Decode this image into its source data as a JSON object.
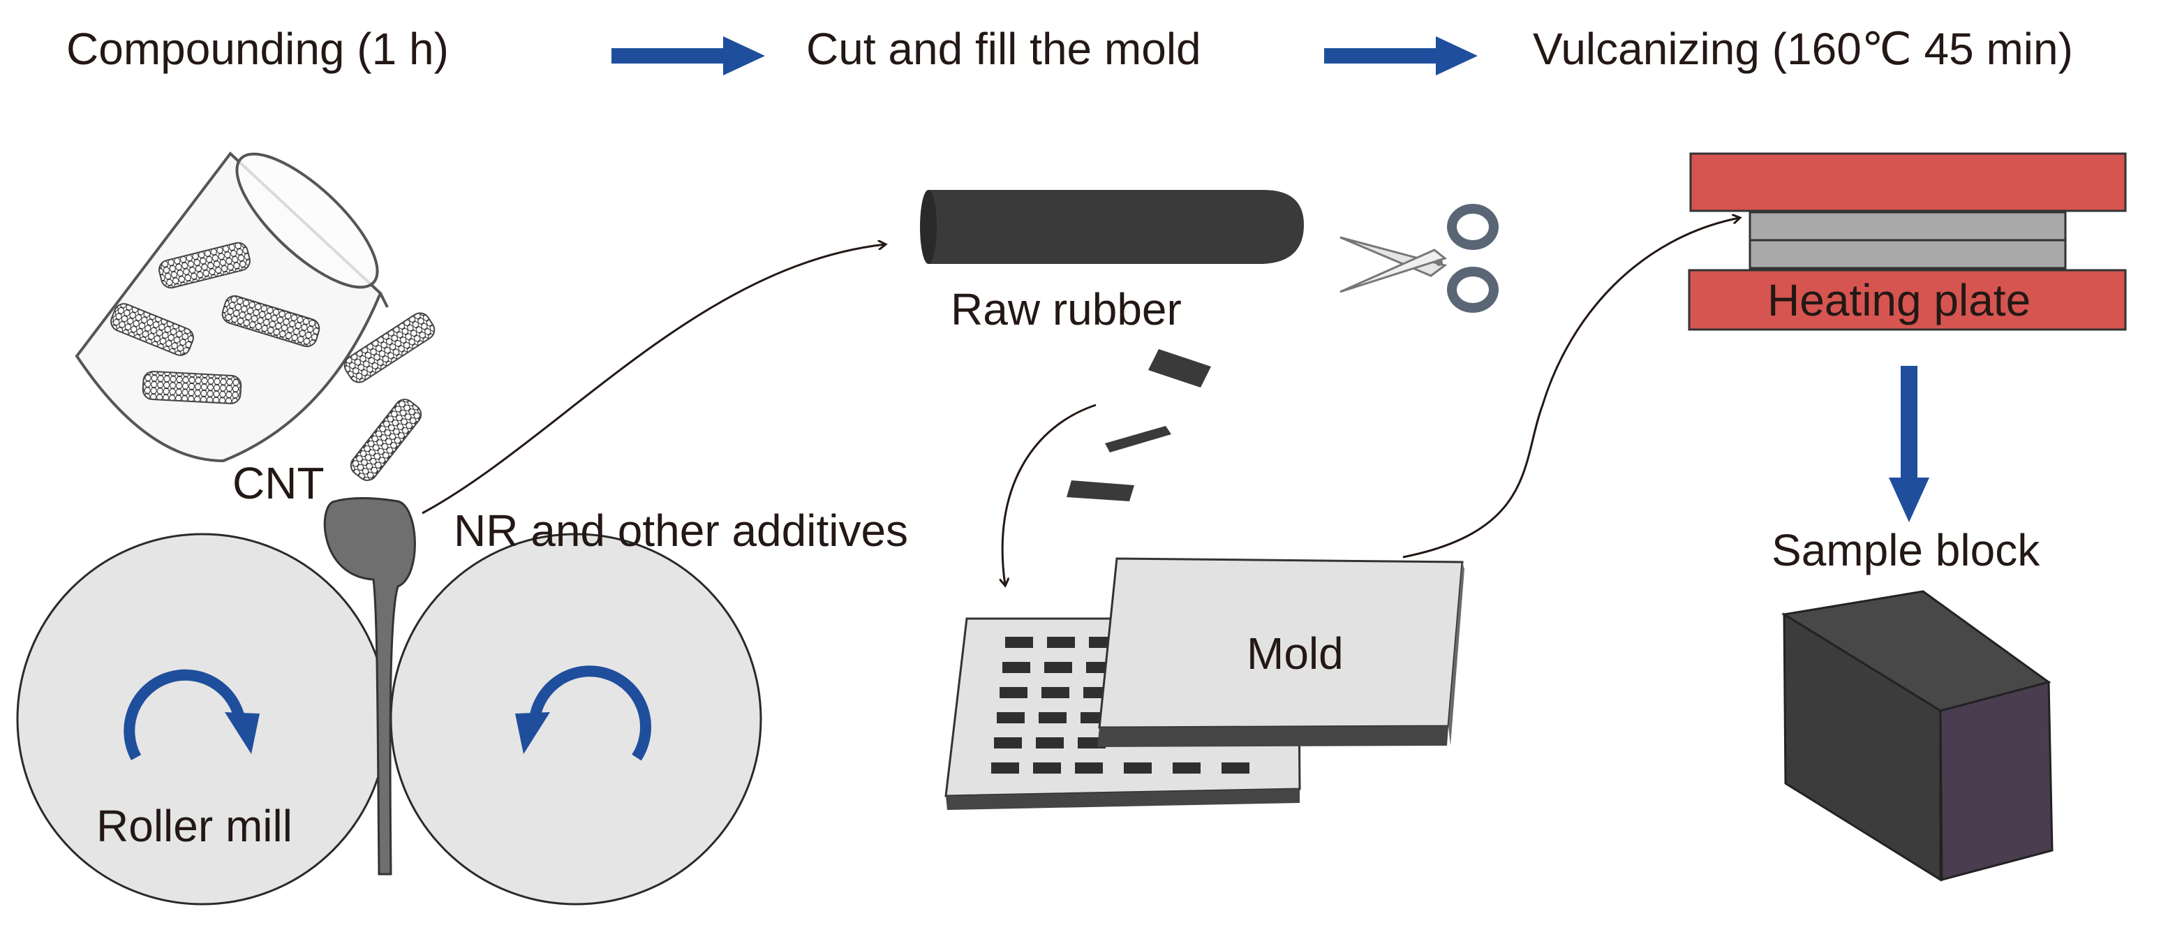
{
  "steps": {
    "compounding": "Compounding (1 h)",
    "cut_fill": "Cut and fill the mold",
    "vulcanizing": "Vulcanizing (160℃ 45 min)"
  },
  "labels": {
    "cnt": "CNT",
    "nr_additives": "NR and other additives",
    "roller_mill": "Roller mill",
    "raw_rubber": "Raw rubber",
    "mold": "Mold",
    "heating_plate": "Heating plate",
    "sample_block": "Sample block"
  },
  "colors": {
    "arrow_blue": "#1f4e9c",
    "heating_red": "#d65550",
    "rubber_dark": "#3a3a3a",
    "roller_gray": "#e5e5e5",
    "block_front": "#3c3c3c",
    "block_side": "#4a3d4f"
  },
  "icons": [
    "rotate-cw-icon",
    "rotate-ccw-icon",
    "scissors-icon",
    "beaker-icon",
    "nanotube-icon"
  ]
}
